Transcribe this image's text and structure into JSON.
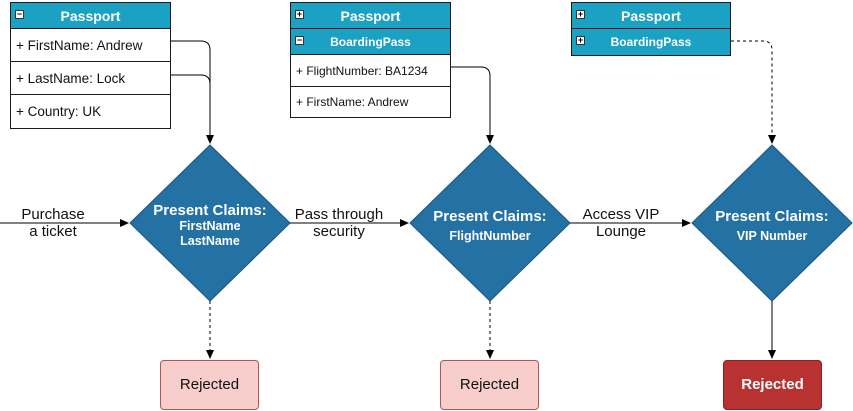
{
  "passport1": {
    "title": "Passport",
    "toggle": "−",
    "fields": [
      "+ FirstName: Andrew",
      "+ LastName: Lock",
      "+ Country: UK"
    ]
  },
  "passport2": {
    "title": "Passport",
    "toggle": "+",
    "boarding": {
      "title": "BoardingPass",
      "toggle": "−",
      "fields": [
        "+ FlightNumber: BA1234",
        "+ FirstName: Andrew"
      ]
    }
  },
  "passport3": {
    "title": "Passport",
    "toggle": "+",
    "boarding": {
      "title": "BoardingPass",
      "toggle": "+"
    }
  },
  "steps": [
    {
      "label_line1": "Purchase",
      "label_line2": "a ticket",
      "title": "Present Claims:",
      "claim1": "FirstName",
      "claim2": "LastName"
    },
    {
      "label_line1": "Pass through",
      "label_line2": "security",
      "title": "Present Claims:",
      "claim1": "FlightNumber",
      "claim2": ""
    },
    {
      "label_line1": "Access VIP",
      "label_line2": "Lounge",
      "title": "Present Claims:",
      "claim1": "VIP Number",
      "claim2": ""
    }
  ],
  "rejected": [
    "Rejected",
    "Rejected",
    "Rejected"
  ],
  "colors": {
    "header": "#1ba1c3",
    "diamond": "#2471a3",
    "rejected_light": "#f8cecc",
    "rejected_dark": "#b83232"
  }
}
